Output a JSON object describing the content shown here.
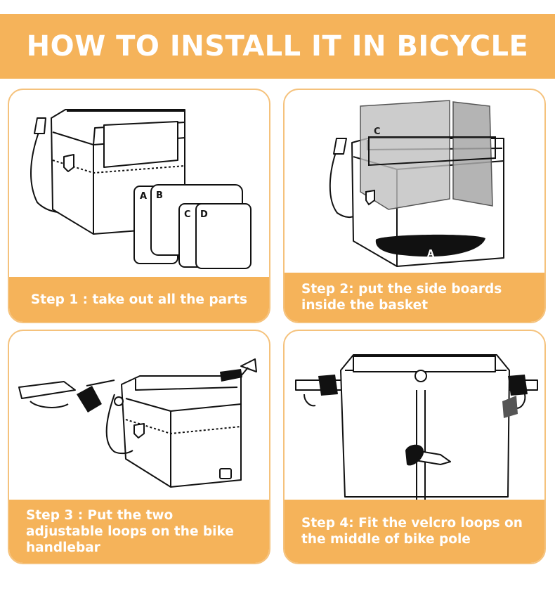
{
  "banner": {
    "title": "HOW TO INSTALL IT IN BICYCLE"
  },
  "steps": [
    {
      "caption": "Step 1 : take out all the parts",
      "labels": [
        "A",
        "B",
        "C",
        "D"
      ]
    },
    {
      "caption": "Step 2: put the side boards inside the basket",
      "labels": [
        "C",
        "A"
      ]
    },
    {
      "caption": "Step 3 : Put the two adjustable loops on the bike handlebar"
    },
    {
      "caption": "Step 4: Fit the velcro loops on the middle of bike pole"
    }
  ],
  "colors": {
    "accent": "#f5b35a",
    "border": "#f5c27c"
  }
}
